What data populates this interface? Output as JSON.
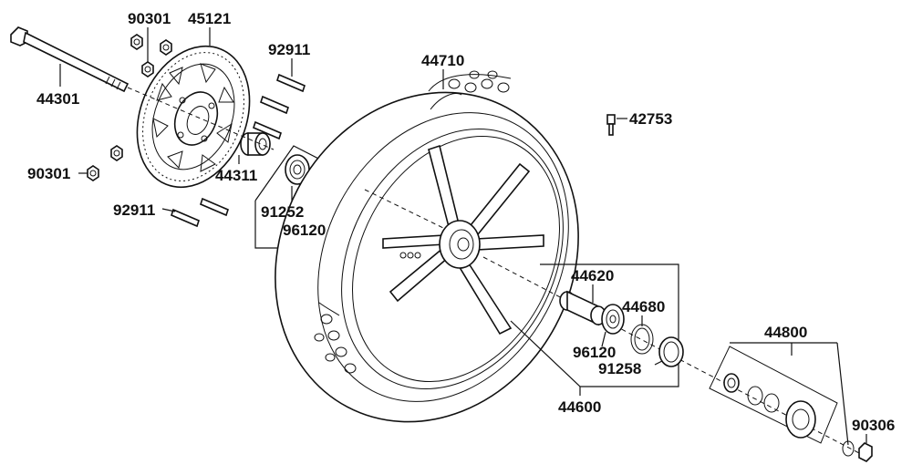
{
  "diagram": {
    "labels": {
      "axle": "44301",
      "nut_top": "90301",
      "nut_left": "90301",
      "brake_disc": "45121",
      "bolt_top": "92911",
      "bolt_bottom": "92911",
      "collar": "44311",
      "seal_left": "91252",
      "bearing_left": "96120",
      "tire": "44710",
      "valve": "42753",
      "spacer": "44620",
      "retainer": "44680",
      "bearing_right": "96120",
      "seal_right": "91258",
      "wheel_assy": "44600",
      "speedo_gear": "44800",
      "axle_nut": "90306"
    }
  }
}
